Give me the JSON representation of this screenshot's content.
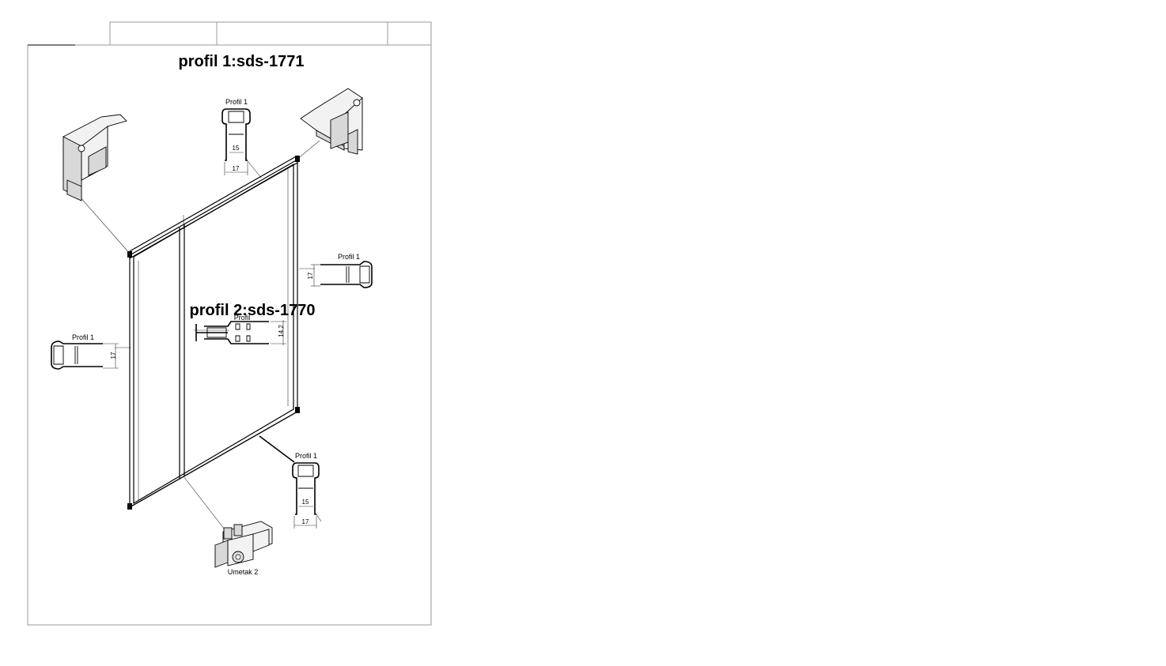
{
  "titles": {
    "top": "profil 1:sds-1771",
    "middle": "profil 2:sds-1770"
  },
  "labels": {
    "profil_top": "Profil 1",
    "profil_right": "Profil 1",
    "profil_left": "Profil 1",
    "profil_bottom": "Profil 1",
    "profil_center": "Profil",
    "umetak": "Umetak 2"
  },
  "dimensions": {
    "top_inner": "15",
    "top_outer": "17",
    "right_height": "17",
    "left_height": "17",
    "center_height": "14.2",
    "bottom_inner": "15",
    "bottom_outer": "17"
  }
}
